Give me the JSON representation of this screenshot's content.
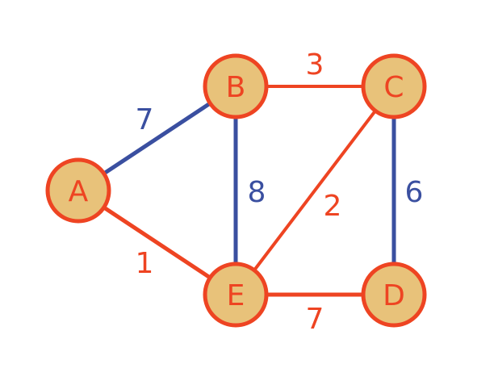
{
  "colors": {
    "background": "#ffffff",
    "node_fill": "#e8c27a",
    "node_stroke": "#ee4422",
    "node_text": "#ee4422",
    "edge_red": "#ee4422",
    "edge_blue": "#3a4fa0"
  },
  "graph": {
    "nodes": [
      {
        "id": "A",
        "label": "A"
      },
      {
        "id": "B",
        "label": "B"
      },
      {
        "id": "C",
        "label": "C"
      },
      {
        "id": "D",
        "label": "D"
      },
      {
        "id": "E",
        "label": "E"
      }
    ],
    "edges": [
      {
        "id": "AB",
        "from": "A",
        "to": "B",
        "weight": "7",
        "color": "blue"
      },
      {
        "id": "AE",
        "from": "A",
        "to": "E",
        "weight": "1",
        "color": "red"
      },
      {
        "id": "BC",
        "from": "B",
        "to": "C",
        "weight": "3",
        "color": "red"
      },
      {
        "id": "BE",
        "from": "B",
        "to": "E",
        "weight": "8",
        "color": "blue"
      },
      {
        "id": "CE",
        "from": "C",
        "to": "E",
        "weight": "2",
        "color": "red"
      },
      {
        "id": "CD",
        "from": "C",
        "to": "D",
        "weight": "6",
        "color": "blue"
      },
      {
        "id": "ED",
        "from": "E",
        "to": "D",
        "weight": "7",
        "color": "red"
      }
    ]
  }
}
